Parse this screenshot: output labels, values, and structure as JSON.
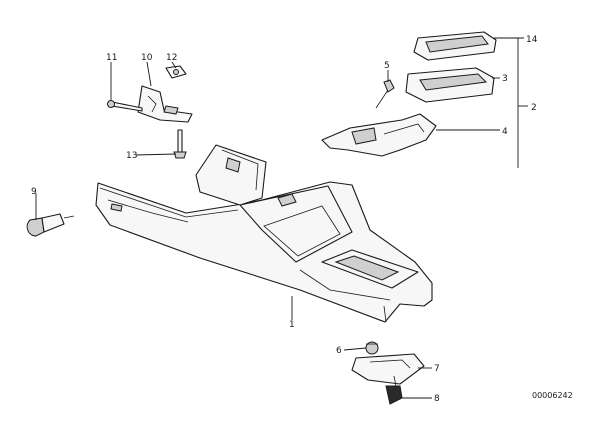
{
  "callouts": {
    "c1": "1",
    "c2": "2",
    "c3": "3",
    "c4": "4",
    "c5": "5",
    "c6": "6",
    "c7": "7",
    "c8": "8",
    "c9": "9",
    "c10": "10",
    "c11": "11",
    "c12": "12",
    "c13": "13",
    "c14": "14"
  },
  "diagram_code": "00006242"
}
